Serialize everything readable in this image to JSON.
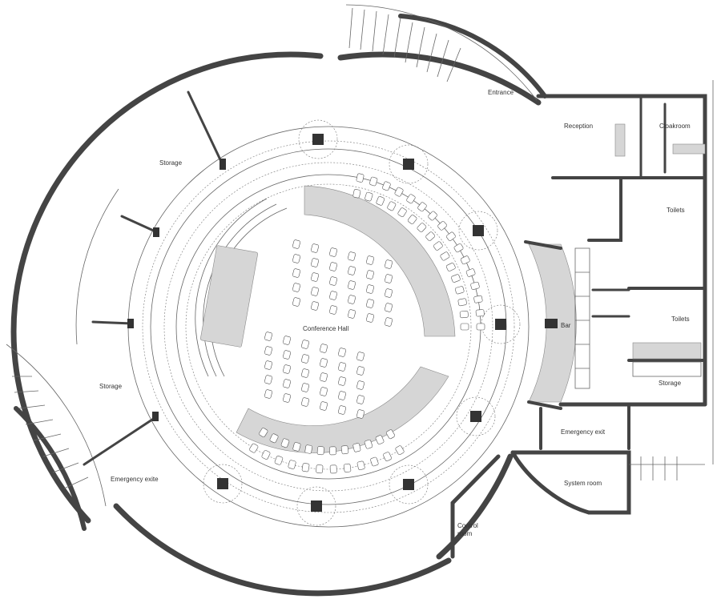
{
  "plan": {
    "rooms": [
      {
        "id": "entrance",
        "label": "Entrance"
      },
      {
        "id": "reception",
        "label": "Reception"
      },
      {
        "id": "cloakroom",
        "label": "Cloakroom"
      },
      {
        "id": "toilets-upper",
        "label": "Toilets"
      },
      {
        "id": "toilets-lower",
        "label": "Toilets"
      },
      {
        "id": "storage-top",
        "label": "Storage"
      },
      {
        "id": "storage-left",
        "label": "Storage"
      },
      {
        "id": "storage-right",
        "label": "Storage"
      },
      {
        "id": "conference-hall",
        "label": "Conference Hall"
      },
      {
        "id": "bar",
        "label": "Bar"
      },
      {
        "id": "emergency-exit",
        "label": "Emergency exit"
      },
      {
        "id": "emergency-exite",
        "label": "Emergency exite"
      },
      {
        "id": "system-room",
        "label": "System room"
      },
      {
        "id": "control-room-1",
        "label": "Control"
      },
      {
        "id": "control-room-2",
        "label": "room"
      }
    ],
    "colors": {
      "wall": "#444444",
      "fill": "#d6d6d6",
      "line": "#666666"
    }
  }
}
